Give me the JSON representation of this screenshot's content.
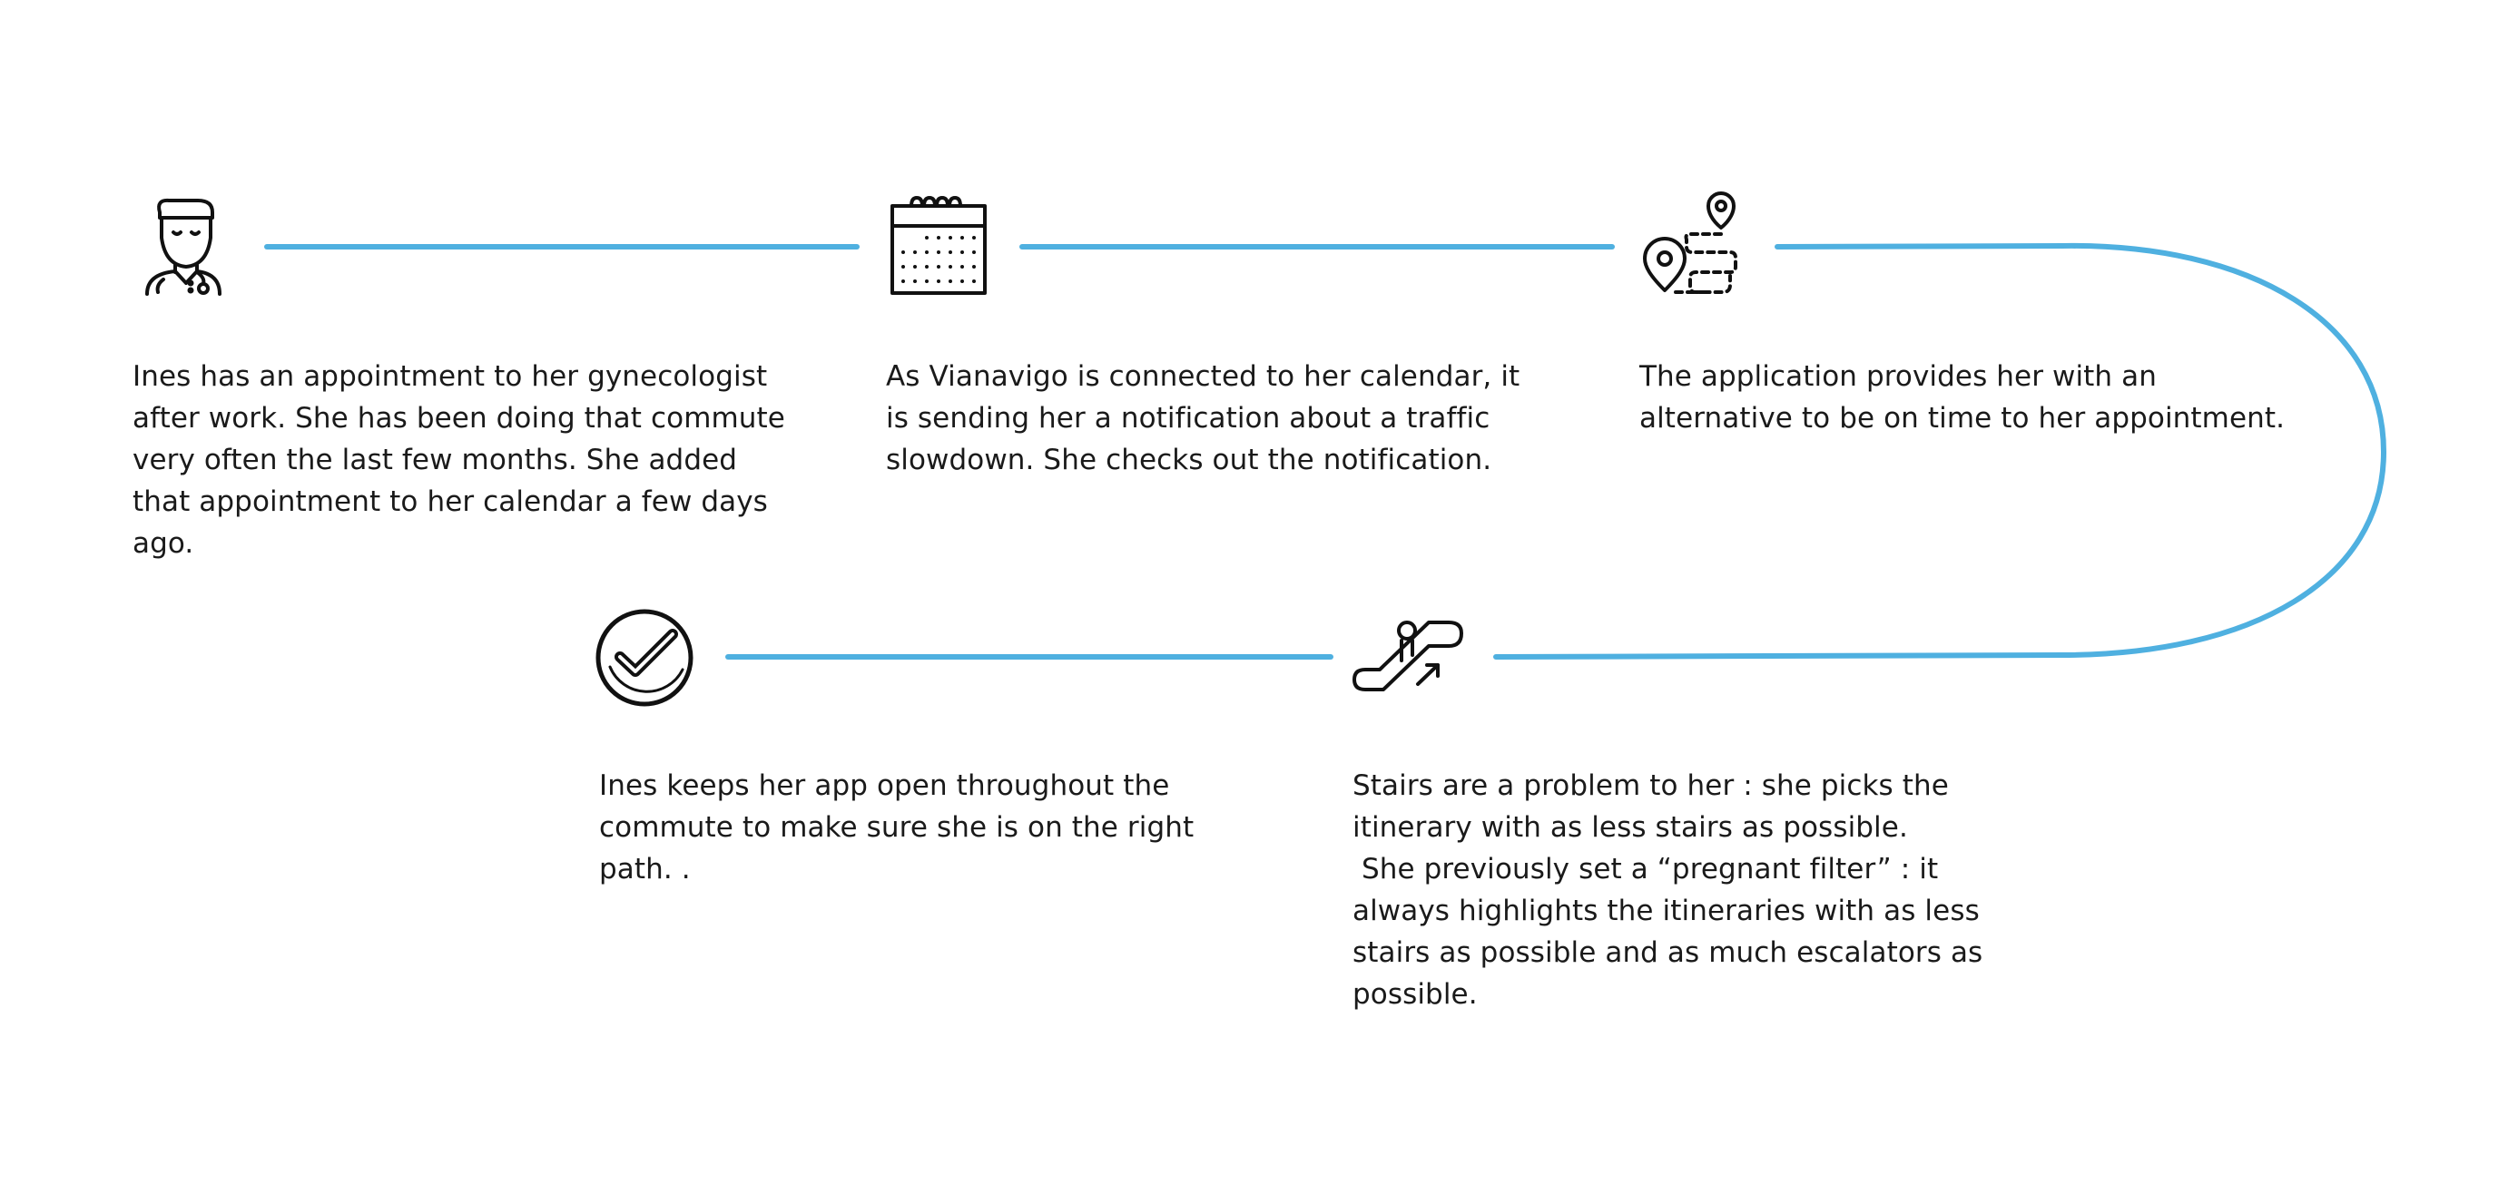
{
  "journey": {
    "line_color": "#4fb0e0",
    "steps": [
      {
        "icon": "doctor-icon",
        "text": "Ines has an appointment to her gynecologist\nafter work. She has been doing that commute\nvery often the last few months. She added\nthat appointment to her calendar a few days\nago."
      },
      {
        "icon": "calendar-icon",
        "text": "As Vianavigo is connected to her calendar, it\nis sending her a notification about a traffic\nslowdown. She checks out the notification."
      },
      {
        "icon": "route-pins-icon",
        "text": "The application provides her with an\nalternative to be on time to her appointment."
      },
      {
        "icon": "escalator-icon",
        "text": "Stairs are a problem to her : she picks the\nitinerary with as less stairs as possible.\n She previously set a “pregnant filter” : it\nalways highlights the itineraries with as less\nstairs as possible and as much escalators as\npossible."
      },
      {
        "icon": "check-circle-icon",
        "text": "Ines keeps her app open throughout the\ncommute to make sure she is on the right\npath. ."
      }
    ]
  }
}
